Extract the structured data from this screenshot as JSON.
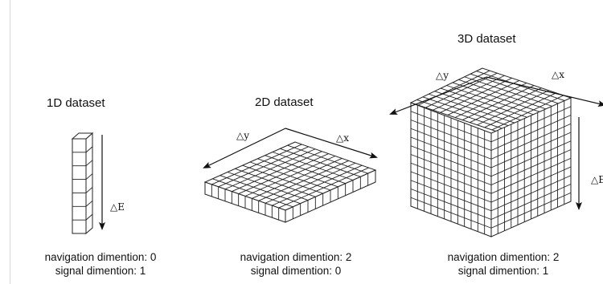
{
  "panels": [
    {
      "title": "1D dataset",
      "axis_labels": [
        "△E"
      ],
      "caption_line1": "navigation dimention: 0",
      "caption_line2": "signal dimention: 1"
    },
    {
      "title": "2D dataset",
      "axis_labels": [
        "△y",
        "△x"
      ],
      "caption_line1": "navigation dimention: 2",
      "caption_line2": "signal dimention: 0"
    },
    {
      "title": "3D dataset",
      "axis_labels": [
        "△y",
        "△x",
        "△E"
      ],
      "caption_line1": "navigation dimention: 2",
      "caption_line2": "signal dimention: 1"
    }
  ]
}
